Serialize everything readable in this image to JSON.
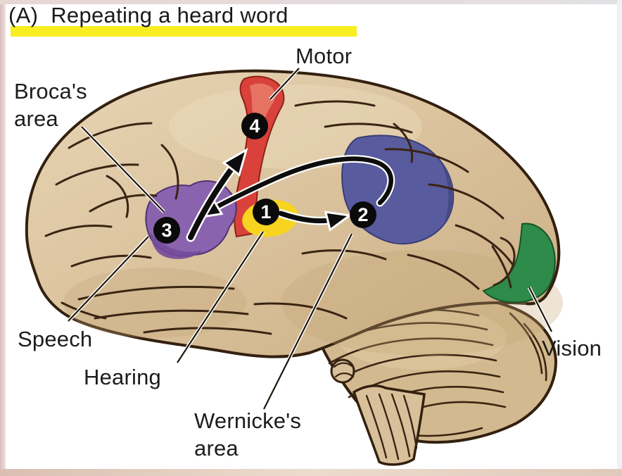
{
  "title": {
    "index": "(A)",
    "text": "Repeating a heard word"
  },
  "brain_labels": {
    "motor": "Motor",
    "broca": {
      "line1": "Broca's",
      "line2": "area"
    },
    "speech": "Speech",
    "hearing": "Hearing",
    "wernicke": {
      "line1": "Wernicke's",
      "line2": "area"
    },
    "vision": "Vision"
  },
  "pathway_steps": [
    "1",
    "2",
    "3",
    "4"
  ],
  "colors": {
    "title_highlight": "#f9ee21",
    "motor_region": "#d8423a",
    "broca_region": "#8a63ae",
    "hearing_region": "#f6d420",
    "wernicke_region": "#585b9d",
    "vision_region": "#2e8b49",
    "brain_tan": "#d8c19d",
    "step_marker": "#0a0a0a"
  }
}
